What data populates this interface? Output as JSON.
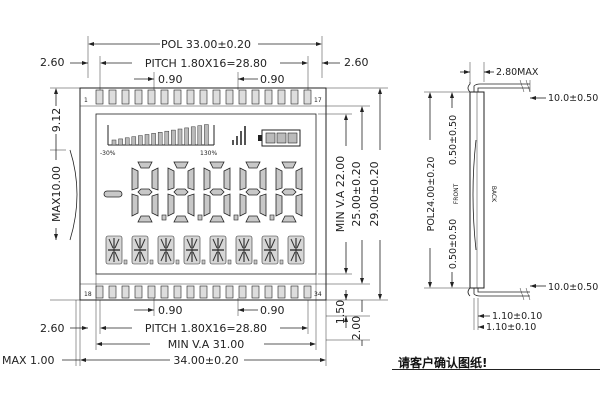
{
  "drawing": {
    "front_view": {
      "pol": "POL 33.00±0.20",
      "pitch_top": "PITCH 1.80X16=28.80",
      "pitch_bottom": "PITCH 1.80X16=28.80",
      "pin_width_top_left": "0.90",
      "pin_width_top_right": "0.90",
      "pin_width_bottom_left": "0.90",
      "pin_width_bottom_right": "0.90",
      "edge_top_left": "2.60",
      "edge_top_right": "2.60",
      "edge_bottom_left": "2.60",
      "left_offset": "9.12",
      "left_max": "MAX10.00",
      "pin_1": "1",
      "pin_17": "17",
      "pin_18": "18",
      "pin_34": "34",
      "bar_left_label": "-30%",
      "bar_right_label": "130%",
      "va_height": "MIN V.A 22.00",
      "pol_height": "25.00±0.20",
      "total_height": "29.00±0.20",
      "bottom_pin_len": "1.50",
      "bottom_edge": "2.00",
      "va_width": "MIN V.A 31.00",
      "total_width": "34.00±0.20",
      "max_thickness": "MAX 1.00"
    },
    "side_view": {
      "thickness_max": "2.80MAX",
      "pin_top": "10.0±0.50",
      "pin_bottom": "10.0±0.50",
      "pol_height": "POL24.00±0.20",
      "front_label": "FRONT",
      "back_label": "BACK",
      "offset_top": "0.50±0.50",
      "offset_bottom": "0.50±0.50",
      "dim_1": "1.10±0.10",
      "dim_2": "1.10±0.10"
    },
    "note": "请客户确认图纸!"
  }
}
